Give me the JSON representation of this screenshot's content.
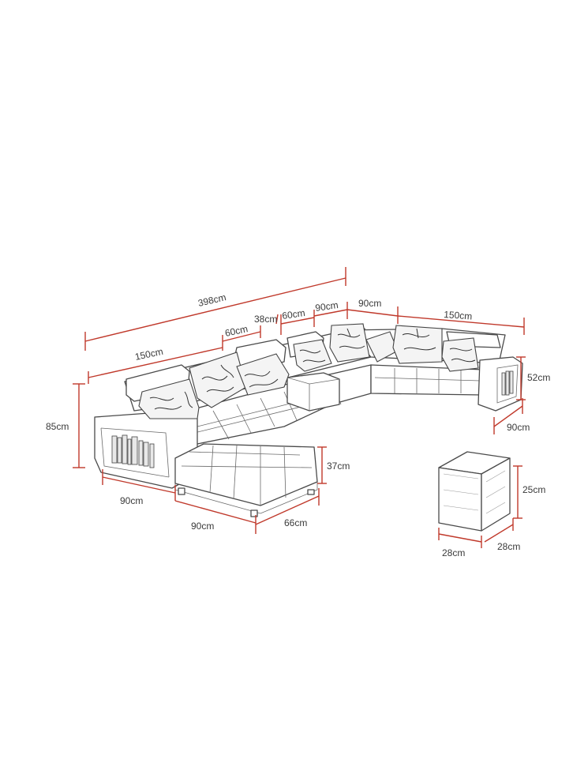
{
  "dimensions": {
    "total_length": "398cm",
    "left_section": "150cm",
    "headrest_60_left": "60cm",
    "console_38": "38cm",
    "console_60": "60cm",
    "corner_90_top": "90cm",
    "corner_90_right": "90cm",
    "right_section": "150cm",
    "back_height": "85cm",
    "arm_height": "52cm",
    "right_depth": "90cm",
    "chaise_height": "37cm",
    "chaise_left_width": "90cm",
    "chaise_front_width": "90cm",
    "chaise_depth": "66cm",
    "ottoman_height": "25cm",
    "ottoman_width": "28cm",
    "ottoman_depth": "28cm"
  },
  "colors": {
    "dimension_line": "#c0392b",
    "sketch_stroke": "#4a4a4a"
  }
}
